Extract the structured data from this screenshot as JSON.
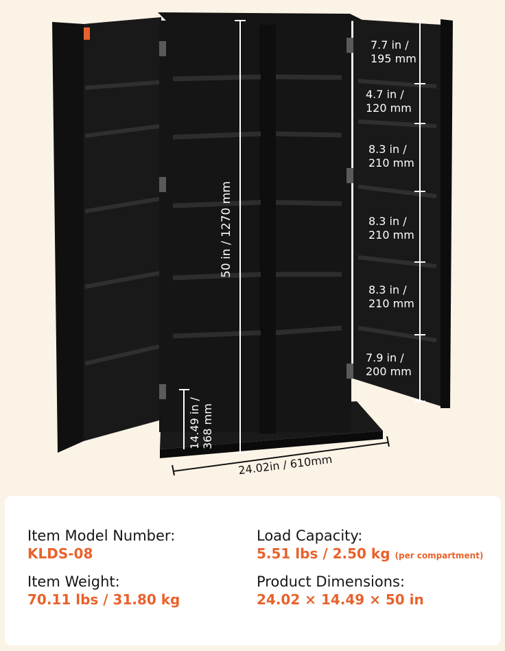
{
  "dimensions": {
    "height": "50 in / 1270 mm",
    "width": "24.02in / 610mm",
    "depth_line1": "14.49 in /",
    "depth_line2": "368 mm"
  },
  "shelf_heights": [
    {
      "in": "7.7 in /",
      "mm": "195 mm"
    },
    {
      "in": "4.7 in /",
      "mm": "120 mm"
    },
    {
      "in": "8.3 in /",
      "mm": "210 mm"
    },
    {
      "in": "8.3 in /",
      "mm": "210 mm"
    },
    {
      "in": "8.3 in /",
      "mm": "210 mm"
    },
    {
      "in": "7.9 in /",
      "mm": "200 mm"
    }
  ],
  "specs": {
    "model_label": "Item Model Number:",
    "model_value": "KLDS-08",
    "weight_label": "Item Weight:",
    "weight_value": "70.11 lbs / 31.80 kg",
    "load_label": "Load Capacity:",
    "load_value": "5.51 lbs / 2.50 kg",
    "load_note": "(per compartment)",
    "dims_label": "Product Dimensions:",
    "dims_value": "24.02 × 14.49 × 50 in"
  },
  "colors": {
    "background": "#fbf3e6",
    "accent": "#e8622c",
    "cabinet": "#121212"
  }
}
